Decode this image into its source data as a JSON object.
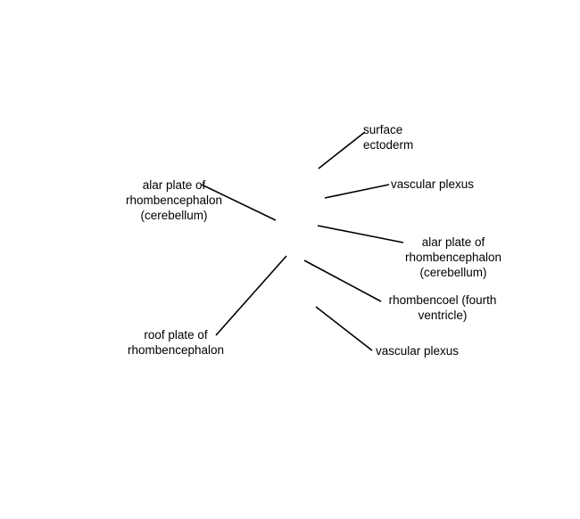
{
  "labels": {
    "surface_ectoderm": "surface\nectoderm",
    "vascular_plexus_upper": "vascular plexus",
    "alar_plate_left": "alar plate of\nrhombencephalon\n(cerebellum)",
    "alar_plate_right": "alar plate of\nrhombencephalon\n(cerebellum)",
    "rhombencoel": "rhombencoel (fourth\nventricle)",
    "roof_plate": "roof plate of\nrhombencephalon",
    "vascular_plexus_lower": "vascular plexus"
  }
}
